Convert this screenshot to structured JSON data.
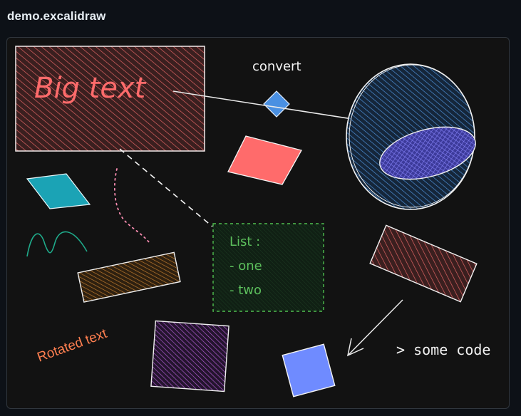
{
  "header": {
    "title": "demo.excalidraw"
  },
  "canvas": {
    "big_text": "Big text",
    "convert_label": "convert",
    "list_title": "List :",
    "list_items": [
      "- one",
      "- two"
    ],
    "rotated_text": "Rotated text",
    "code_text": "> some code"
  },
  "colors": {
    "page_bg": "#0d1117",
    "canvas_bg": "#121212",
    "salmon": "#ff6b6b",
    "blue": "#4a90e2",
    "teal": "#1ba3b5",
    "green": "#5cb85c",
    "orange": "#ff7f50",
    "purple": "#b05ccf",
    "cornflower": "#6f8bff"
  }
}
